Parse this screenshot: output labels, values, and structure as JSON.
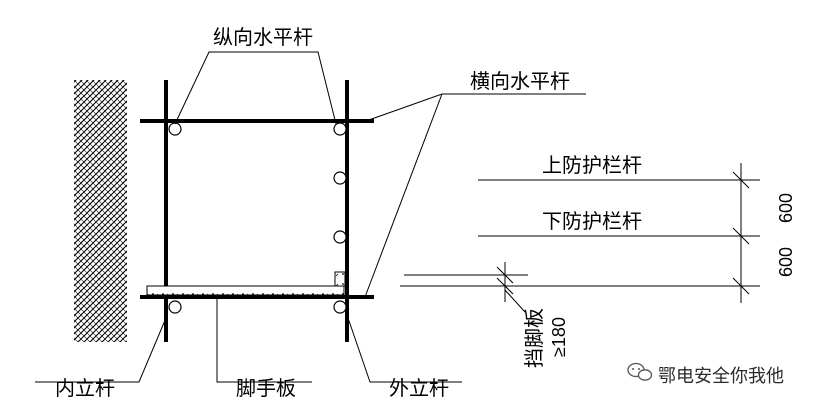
{
  "labels": {
    "longitudinal_bar": "纵向水平杆",
    "transverse_bar": "横向水平杆",
    "top_guardrail": "上防护栏杆",
    "bottom_guardrail": "下防护栏杆",
    "inner_pole": "内立杆",
    "scaffold_board": "脚手板",
    "outer_pole": "外立杆",
    "toe_board": "挡脚板",
    "toe_board_height": "≥180"
  },
  "dimensions": {
    "upper_spacing": "600",
    "lower_spacing": "600"
  },
  "watermark": {
    "text": "鄂电安全你我他",
    "icon": "wechat-icon"
  },
  "colors": {
    "line": "#000000",
    "background": "#ffffff"
  }
}
